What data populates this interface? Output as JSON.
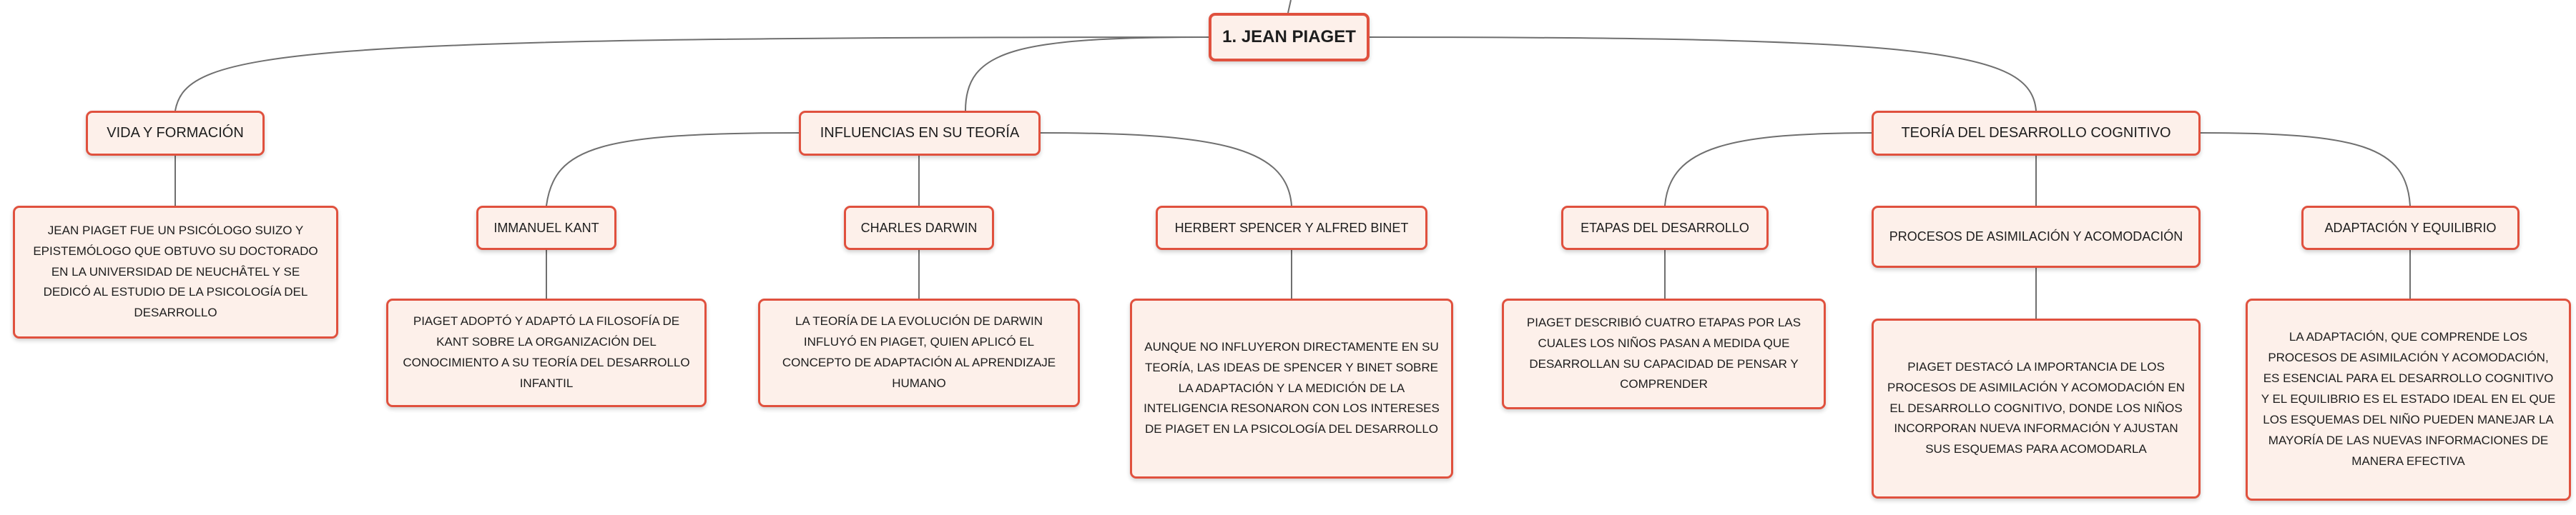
{
  "root": {
    "label": "1. JEAN PIAGET"
  },
  "branches": [
    {
      "label": "VIDA Y FORMACIÓN",
      "children": [
        {
          "label": "JEAN PIAGET FUE UN PSICÓLOGO SUIZO Y EPISTEMÓLOGO QUE OBTUVO SU DOCTORADO EN LA UNIVERSIDAD DE NEUCHÂTEL Y SE DEDICÓ AL ESTUDIO DE LA PSICOLOGÍA DEL DESARROLLO"
        }
      ]
    },
    {
      "label": "INFLUENCIAS EN SU TEORÍA",
      "children": [
        {
          "label": "IMMANUEL KANT",
          "detail": "PIAGET ADOPTÓ Y ADAPTÓ LA FILOSOFÍA DE KANT SOBRE LA ORGANIZACIÓN DEL CONOCIMIENTO A SU TEORÍA DEL DESARROLLO INFANTIL"
        },
        {
          "label": "CHARLES DARWIN",
          "detail": "LA TEORÍA DE LA EVOLUCIÓN DE DARWIN INFLUYÓ EN PIAGET, QUIEN APLICÓ EL CONCEPTO DE ADAPTACIÓN AL APRENDIZAJE HUMANO"
        },
        {
          "label": "HERBERT SPENCER Y ALFRED BINET",
          "detail": "AUNQUE NO INFLUYERON DIRECTAMENTE EN SU TEORÍA, LAS IDEAS DE SPENCER Y BINET SOBRE LA ADAPTACIÓN Y LA MEDICIÓN DE LA INTELIGENCIA RESONARON CON LOS INTERESES DE PIAGET EN LA PSICOLOGÍA DEL DESARROLLO"
        }
      ]
    },
    {
      "label": "TEORÍA DEL DESARROLLO COGNITIVO",
      "children": [
        {
          "label": "ETAPAS DEL DESARROLLO",
          "detail": "PIAGET DESCRIBIÓ CUATRO ETAPAS POR LAS CUALES LOS NIÑOS PASAN A MEDIDA QUE DESARROLLAN SU CAPACIDAD DE PENSAR Y COMPRENDER"
        },
        {
          "label": "PROCESOS DE ASIMILACIÓN Y ACOMODACIÓN",
          "detail": "PIAGET DESTACÓ LA IMPORTANCIA DE LOS PROCESOS DE ASIMILACIÓN Y ACOMODACIÓN EN EL DESARROLLO COGNITIVO, DONDE LOS NIÑOS INCORPORAN NUEVA INFORMACIÓN Y AJUSTAN SUS ESQUEMAS PARA ACOMODARLA"
        },
        {
          "label": "ADAPTACIÓN Y EQUILIBRIO",
          "detail": "LA ADAPTACIÓN, QUE COMPRENDE LOS PROCESOS DE ASIMILACIÓN Y ACOMODACIÓN, ES ESENCIAL PARA EL DESARROLLO COGNITIVO Y EL EQUILIBRIO ES EL ESTADO IDEAL EN EL QUE LOS ESQUEMAS DEL NIÑO PUEDEN MANEJAR LA MAYORÍA DE LAS NUEVAS INFORMACIONES DE MANERA EFECTIVA"
        }
      ]
    }
  ]
}
